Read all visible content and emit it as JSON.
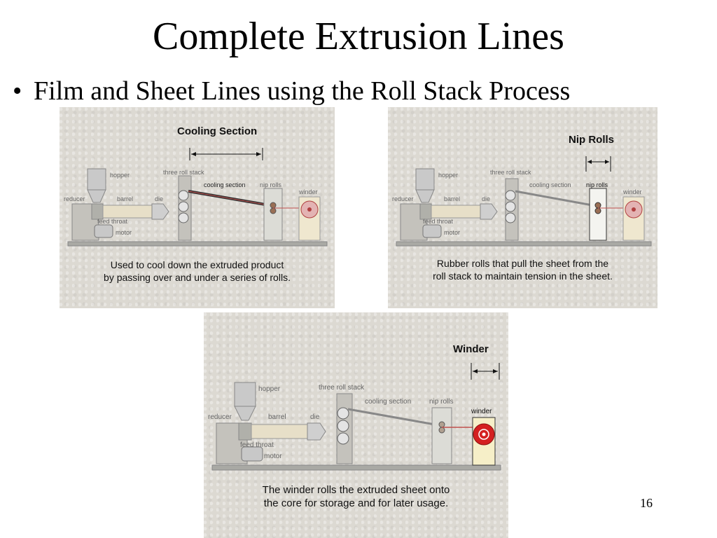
{
  "slide": {
    "title": "Complete Extrusion Lines",
    "bullet_marker": "•",
    "bullet": "Film and Sheet Lines using the Roll Stack Process",
    "page_number": "16"
  },
  "labels": {
    "hopper": "hopper",
    "reducer": "reducer",
    "barrel": "barrel",
    "die": "die",
    "feed_throat": "feed throat",
    "motor": "motor",
    "three_roll_stack": "three roll stack",
    "cooling_section": "cooling section",
    "nip_rolls": "nip rolls",
    "winder": "winder"
  },
  "panels": [
    {
      "heading": "Cooling Section",
      "caption_line1": "Used to cool down the extruded product",
      "caption_line2": "by passing over and under a series of rolls."
    },
    {
      "heading": "Nip Rolls",
      "caption_line1": "Rubber rolls that pull the sheet from the",
      "caption_line2": "roll stack to maintain tension in the sheet."
    },
    {
      "heading": "Winder",
      "caption_line1": "The winder rolls the extruded sheet onto",
      "caption_line2": "the core for storage and for later usage."
    }
  ],
  "colors": {
    "panel_bg": "#dcd9d2",
    "sheet_line": "#c0504d",
    "winder_highlight": "#d42020",
    "equipment_gray": "#b8b8b2"
  }
}
